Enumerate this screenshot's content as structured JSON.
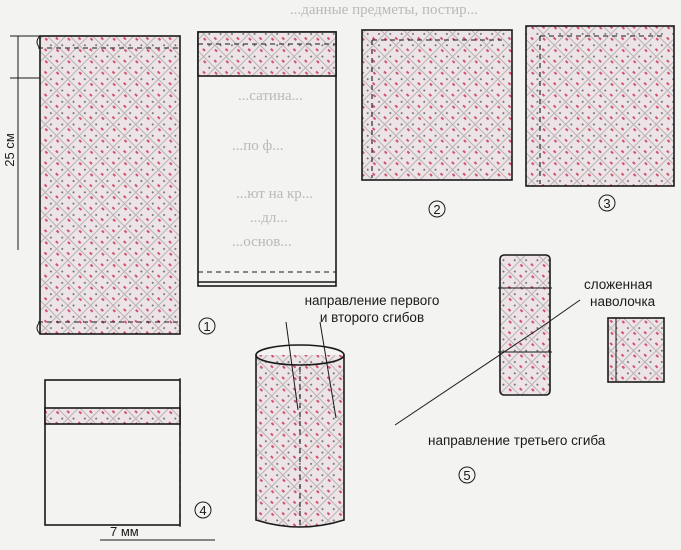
{
  "diagram": {
    "dimension_label": "25 см",
    "seam_label": "7 мм",
    "steps": [
      "1",
      "2",
      "3",
      "4",
      "5"
    ],
    "annotations": {
      "first_second_fold_line1": "направление первого",
      "first_second_fold_line2": "и второго сгибов",
      "third_fold": "направление третьего сгиба",
      "folded_line1": "сложенная",
      "folded_line2": "наволочка"
    },
    "background_text": [
      "...данные предметы, постир...",
      "...сатина...",
      "...по ф...",
      "...ют на кр...",
      "...дл...",
      "...основ..."
    ],
    "colors": {
      "fabric": "#ece4e6",
      "fabric_mark": "#d3506f",
      "fabric_dot": "#6e6e70",
      "line": "#1a1a1a",
      "page": "#f3f3f1"
    }
  }
}
